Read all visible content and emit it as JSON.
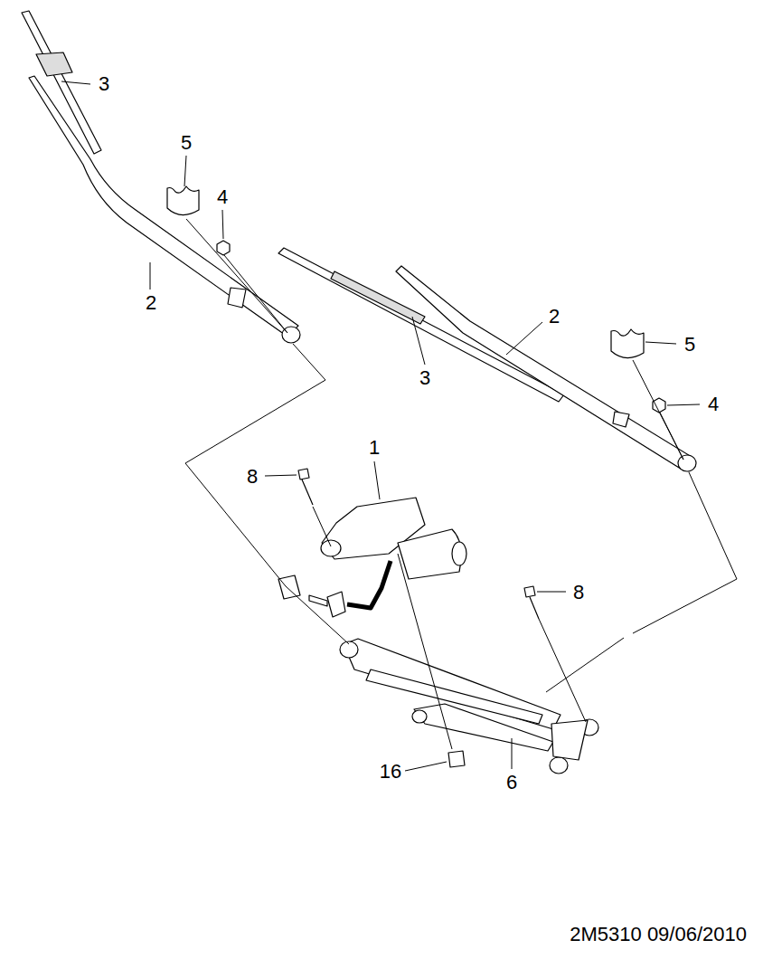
{
  "diagram": {
    "labels": [
      "3",
      "5",
      "4",
      "2",
      "2",
      "5",
      "3",
      "4",
      "1",
      "8",
      "8",
      "16",
      "6",
      "2M5310 09/06/2010"
    ]
  }
}
